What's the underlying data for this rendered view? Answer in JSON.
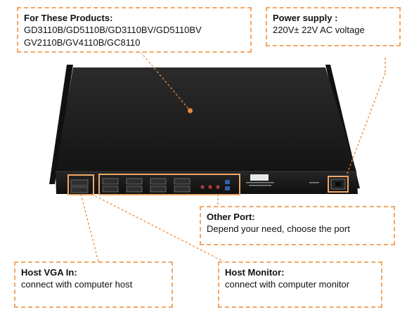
{
  "callouts": {
    "products": {
      "title": "For These Products:",
      "line1": "GD3110B/GD5110B/GD3110BV/GD5110BV",
      "line2": "GV2110B/GV4110B/GC8110"
    },
    "power": {
      "title": "Power supply :",
      "desc": "220V± 22V AC voltage"
    },
    "other_port": {
      "title": "Other Port:",
      "desc": "Depend your need, choose the port"
    },
    "host_vga": {
      "title": "Host VGA In:",
      "desc": "connect with computer host"
    },
    "host_monitor": {
      "title": "Host Monitor:",
      "desc": "connect with computer monitor"
    }
  },
  "colors": {
    "accent": "#f0a868",
    "dot": "#e88a3c",
    "device_body": "#1c1c1c"
  }
}
